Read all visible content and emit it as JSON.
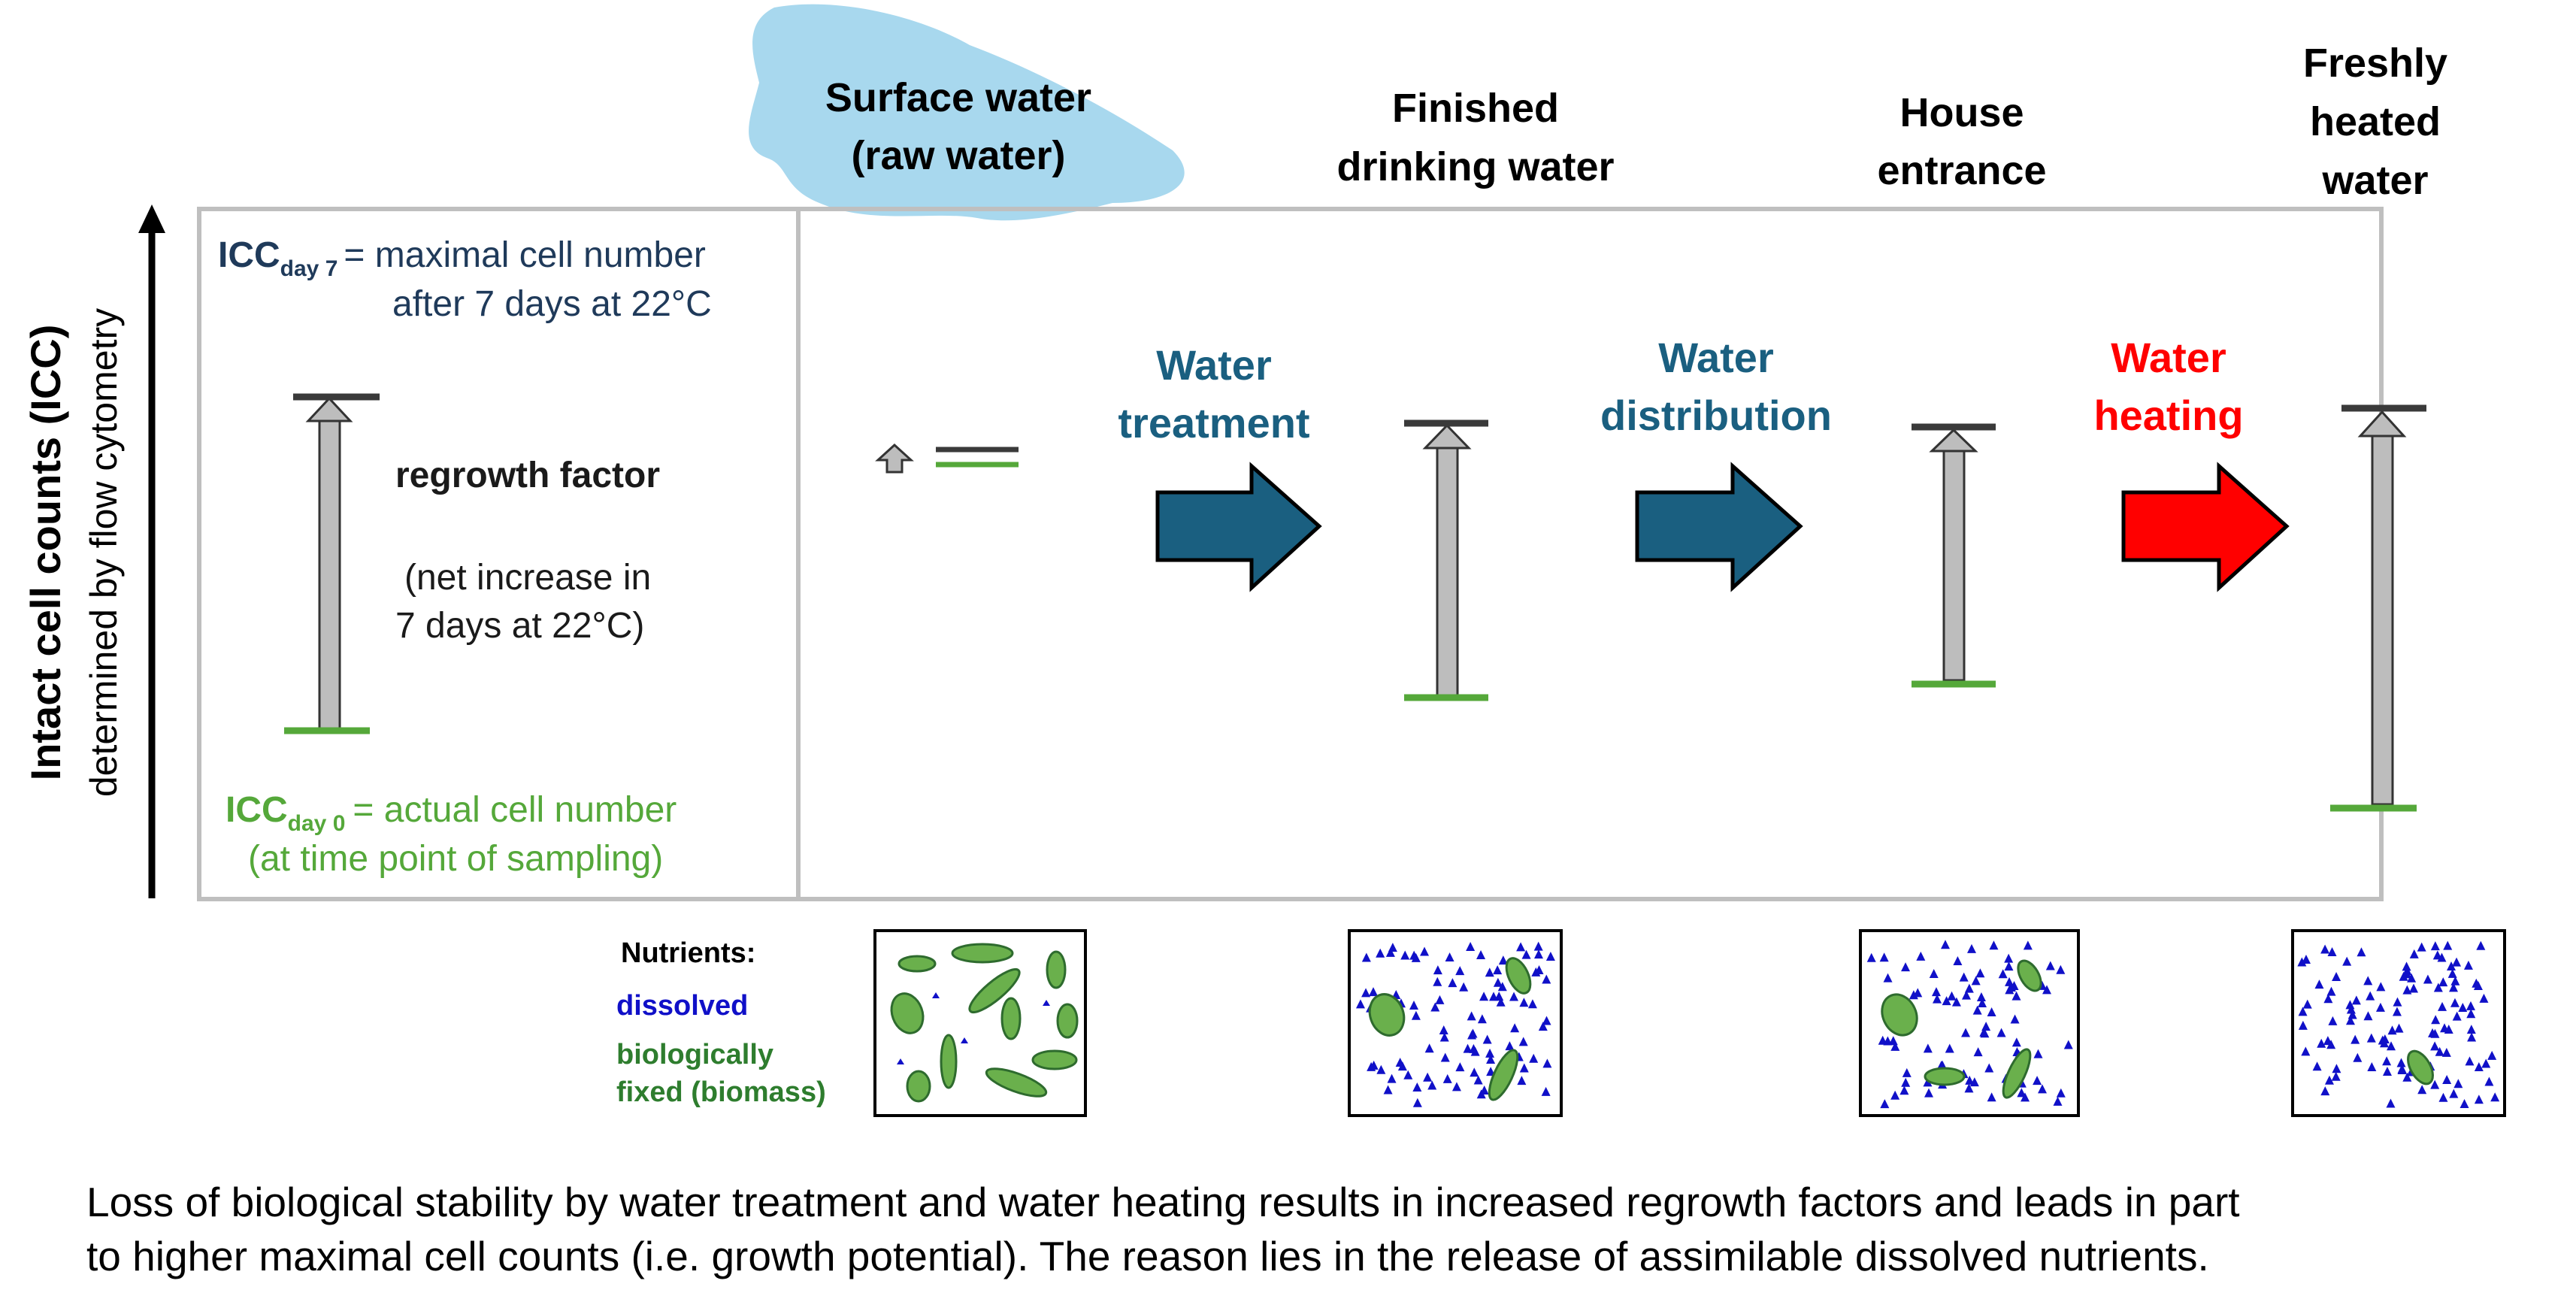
{
  "y_axis": {
    "title": "Intact cell counts (ICC)",
    "subtitle": "determined by flow cytometry"
  },
  "legend": {
    "icc7_main": "ICC",
    "icc7_sub": "day 7",
    "icc7_line1": "= maximal cell number",
    "icc7_line2": "after 7 days at 22°C",
    "regrowth_title": "regrowth factor",
    "regrowth_line1": "(net increase in",
    "regrowth_line2": "7 days at 22°C)",
    "icc0_main": "ICC",
    "icc0_sub": "day 0",
    "icc0_line1": "= actual cell number",
    "icc0_line2": "(at time point of sampling)"
  },
  "stages": {
    "surface_1": "Surface water",
    "surface_2": "(raw water)",
    "finished_1": "Finished",
    "finished_2": "drinking water",
    "house_1": "House",
    "house_2": "entrance",
    "heated_1": "Freshly",
    "heated_2": "heated",
    "heated_3": "water"
  },
  "processes": {
    "treatment_1": "Water",
    "treatment_2": "treatment",
    "distribution_1": "Water",
    "distribution_2": "distribution",
    "heating_1": "Water",
    "heating_2": "heating"
  },
  "nutrients": {
    "title": "Nutrients:",
    "dissolved": "dissolved",
    "fixed_1": "biologically",
    "fixed_2": "fixed (biomass)"
  },
  "caption": {
    "line1": "Loss of biological stability by water treatment and water heating results in increased regrowth factors and leads in part",
    "line2": "to higher maximal cell counts (i.e. growth potential). The reason lies in the release of assimilable dissolved nutrients."
  },
  "colors": {
    "icc7": "#1f3a5a",
    "icc0": "#55a83a",
    "treatment": "#1a5f80",
    "heating": "#ff0000",
    "dissolved": "#1010c8",
    "biomass": "#2e7d2e",
    "water_blob": "#a8d8ee"
  }
}
